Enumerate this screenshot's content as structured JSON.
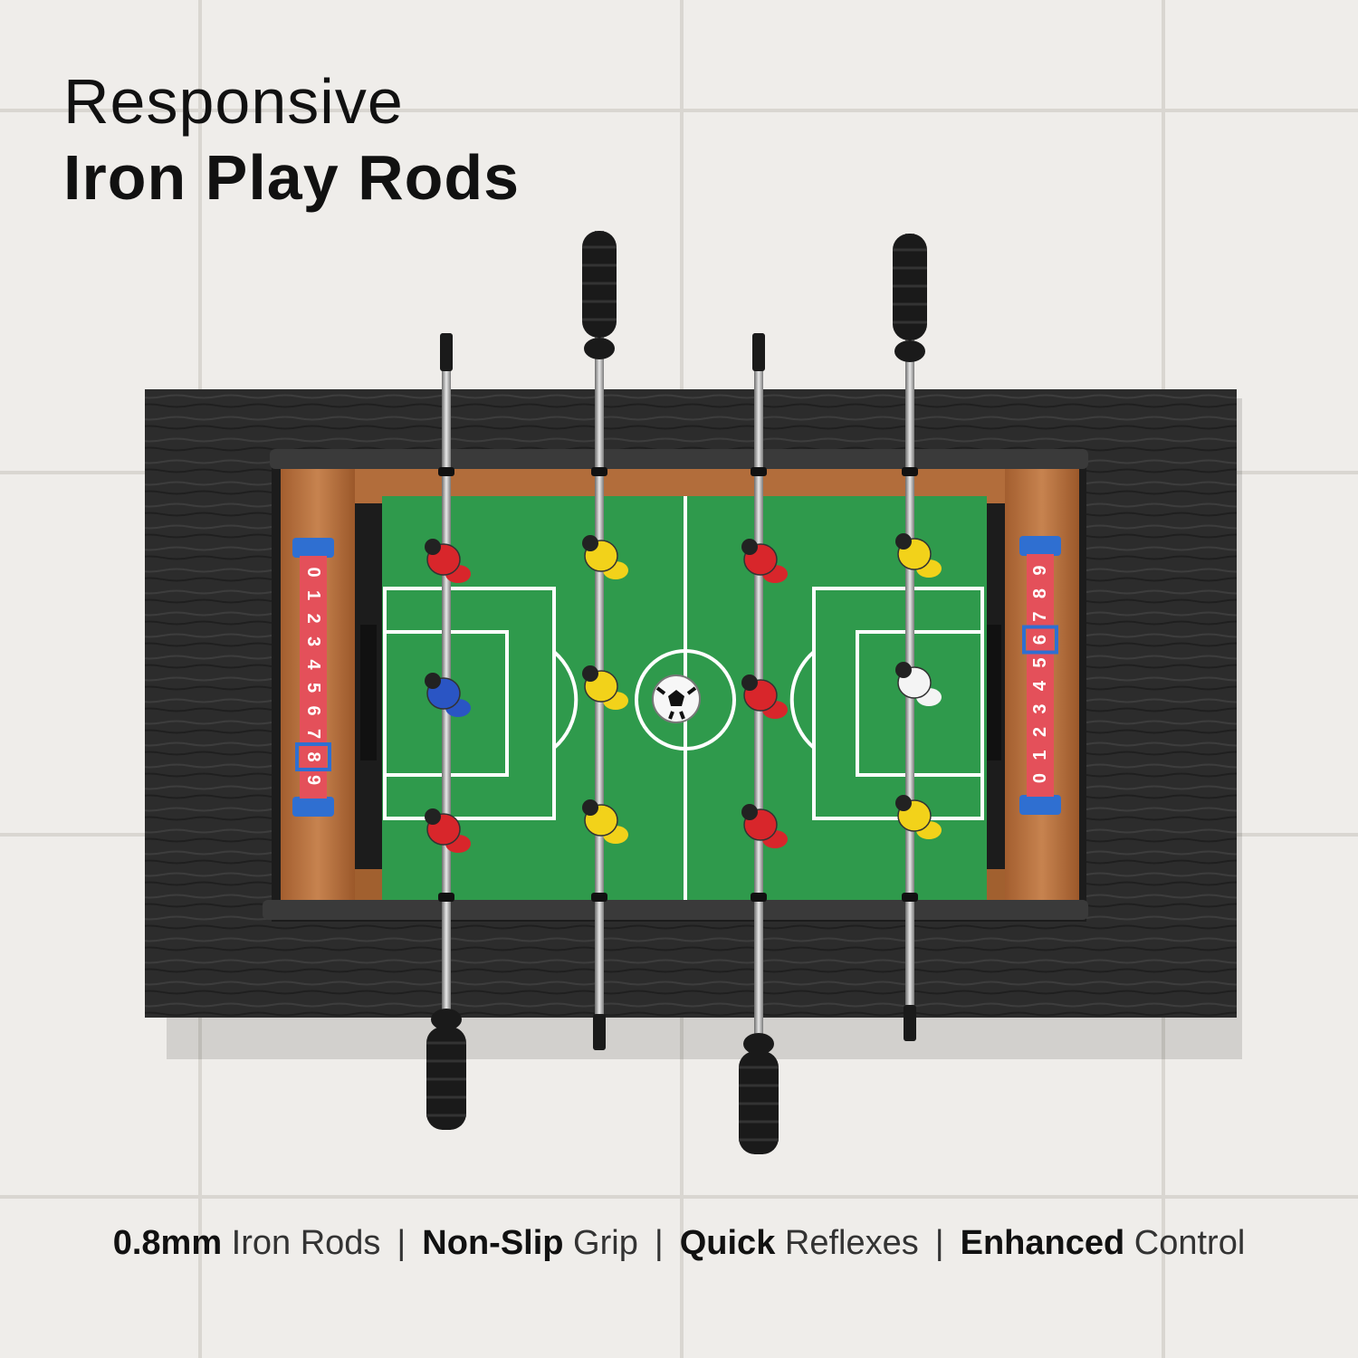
{
  "heading": {
    "line1": "Responsive",
    "line2": "Iron Play Rods"
  },
  "features": [
    {
      "bold": "0.8mm",
      "rest": " Iron Rods"
    },
    {
      "bold": "Non-Slip",
      "rest": " Grip"
    },
    {
      "bold": "Quick",
      "rest": " Reflexes"
    },
    {
      "bold": "Enhanced",
      "rest": " Control"
    }
  ],
  "separator": "|",
  "score_left": [
    "0",
    "1",
    "2",
    "3",
    "4",
    "5",
    "6",
    "7",
    "8",
    "9"
  ],
  "score_right": [
    "9",
    "8",
    "7",
    "6",
    "5",
    "4",
    "3",
    "2",
    "1",
    "0"
  ],
  "score_left_value": 8,
  "score_right_value": 6,
  "colors": {
    "table": "#2b2b2b",
    "field": "#2f9a4c",
    "wood": "#b9713d",
    "team_red": "#d8262b",
    "team_yellow": "#f2d21a",
    "score_bar": "#e4505a",
    "score_cap": "#2f6fd1"
  }
}
